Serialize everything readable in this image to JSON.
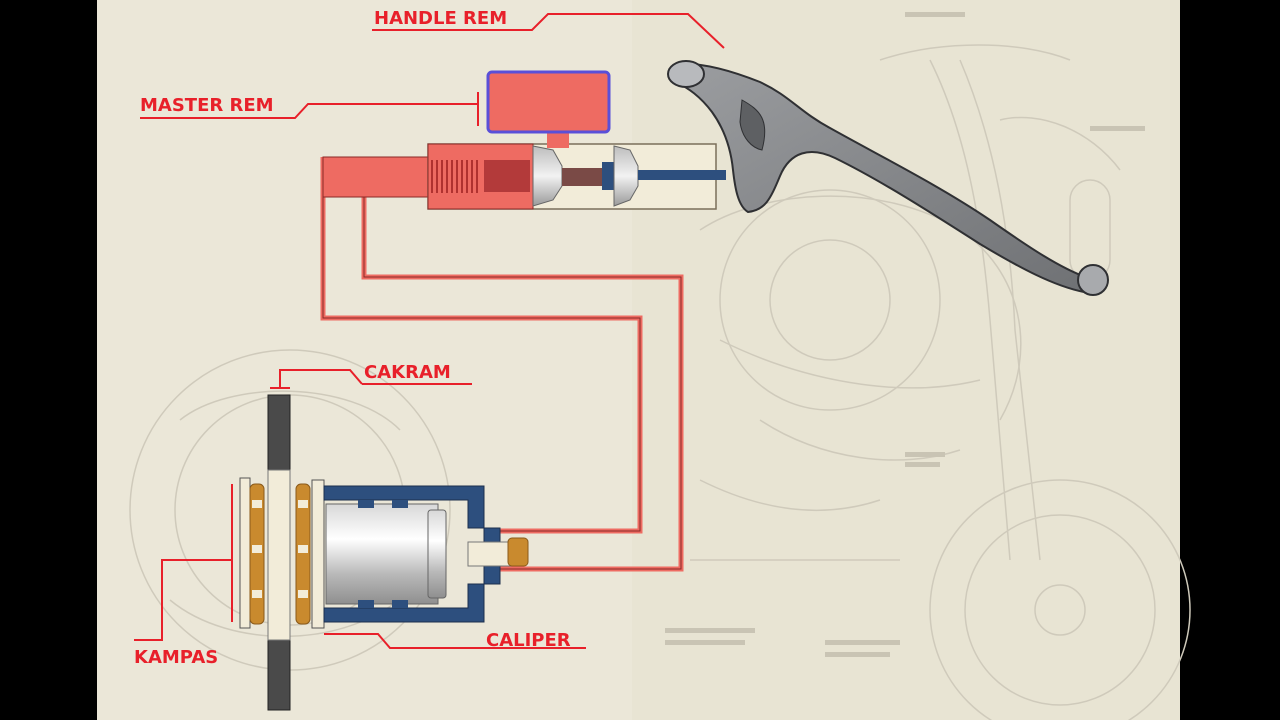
{
  "labels": {
    "handle_rem": "HANDLE REM",
    "master_rem": "MASTER REM",
    "cakram": "CAKRAM",
    "kampas": "KAMPAS",
    "caliper": "CALIPER"
  },
  "colors": {
    "frame_bg": "#000000",
    "panel_bg": "#ebe7d8",
    "label_red": "#e8202a",
    "fluid_red": "#ee6b62",
    "caliper_blue": "#2d4f7e",
    "pad_orange": "#c98a2e",
    "lever_gray": "#85878a"
  }
}
